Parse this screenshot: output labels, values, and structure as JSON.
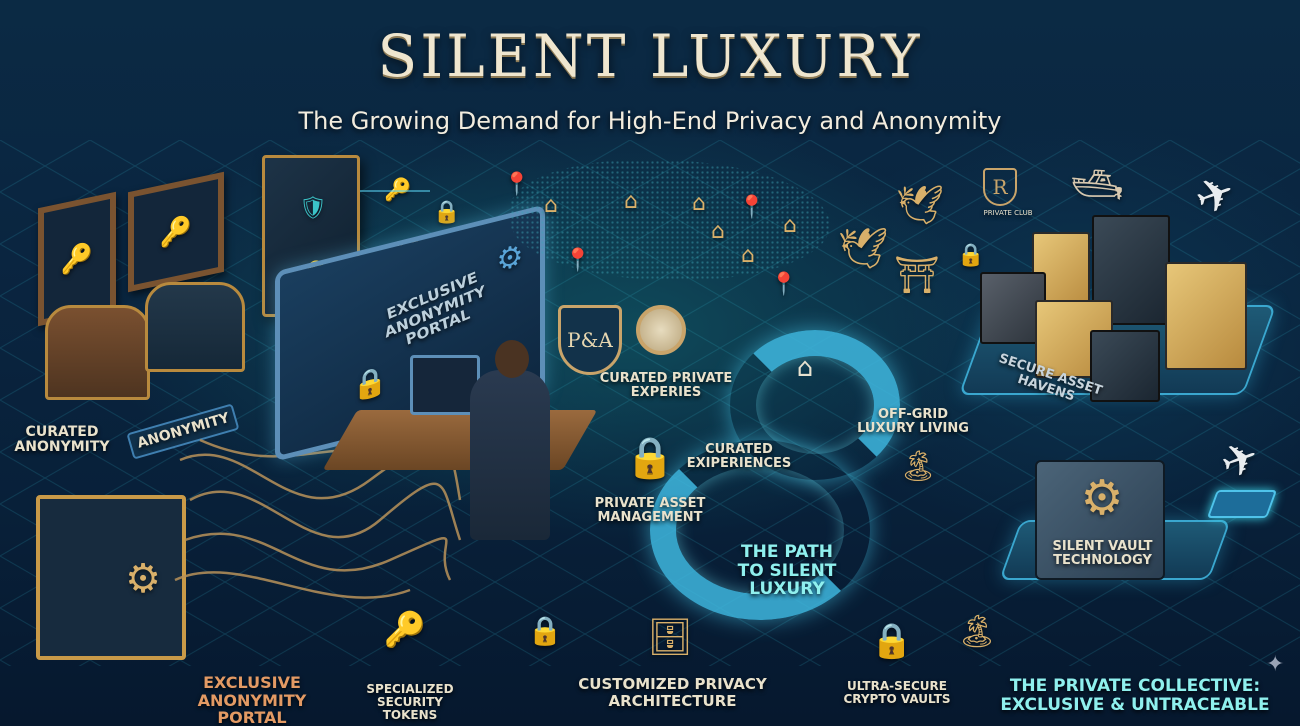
{
  "header": {
    "title": "SILENT LUXURY",
    "subtitle": "The Growing Demand for High-End Privacy and Anonymity"
  },
  "central_element": {
    "portal_screen_text": "EXCLUSIVE ANONYMITY PORTAL",
    "path_label": "THE PATH TO SILENT LUXURY"
  },
  "labels": {
    "curated_anonymity": "CURATED ANONYMITY",
    "anonymity_sign": "ANONYMITY",
    "curated_private_experiences": "CURATED PRIVATE EXPERIES",
    "curated_experiences": "CURATED EXIPERIENCES",
    "private_asset_management": "PRIVATE ASSET MANAGEMENT",
    "off_grid": "OFF-GRID LUXURY LIVING",
    "secure_asset_havens": "SECURE ASSET HAVENS",
    "private_club": "PRIVATE CLUB",
    "silent_vault": "SILENT VAULT TECHNOLOGY",
    "pa_crest": "P&A"
  },
  "bottom_labels": [
    {
      "text": "EXCLUSIVE ANONYMITY PORTAL",
      "color": "#e39a64"
    },
    {
      "text": "SPECIALIZED SECURITY TOKENS",
      "color": "#e9e2cc"
    },
    {
      "text": "CUSTOMIZED PRIVACY ARCHITECTURE",
      "color": "#e9e2cc"
    },
    {
      "text": "ULTRA-SECURE CRYPTO VAULTS",
      "color": "#e9e2cc"
    },
    {
      "text": "THE PRIVATE COLLECTIVE: EXCLUSIVE & UNTRACEABLE",
      "color": "#8ff0ee"
    }
  ],
  "icons": {
    "key": "🔑",
    "lock": "🔒",
    "envelope": "✉",
    "house": "⌂",
    "pin": "📍",
    "compass": "🧭",
    "bird": "🕊",
    "yacht": "🛥",
    "jet": "✈",
    "island": "🏝",
    "gear": "⚙",
    "database": "🗄",
    "gate": "⛩",
    "shield": "🛡",
    "sparkle": "✦"
  },
  "colors": {
    "background": "#0a2540",
    "gold": "#d9b06a",
    "cyan_path": "#3fb8e0",
    "title": "#efe6cf"
  }
}
